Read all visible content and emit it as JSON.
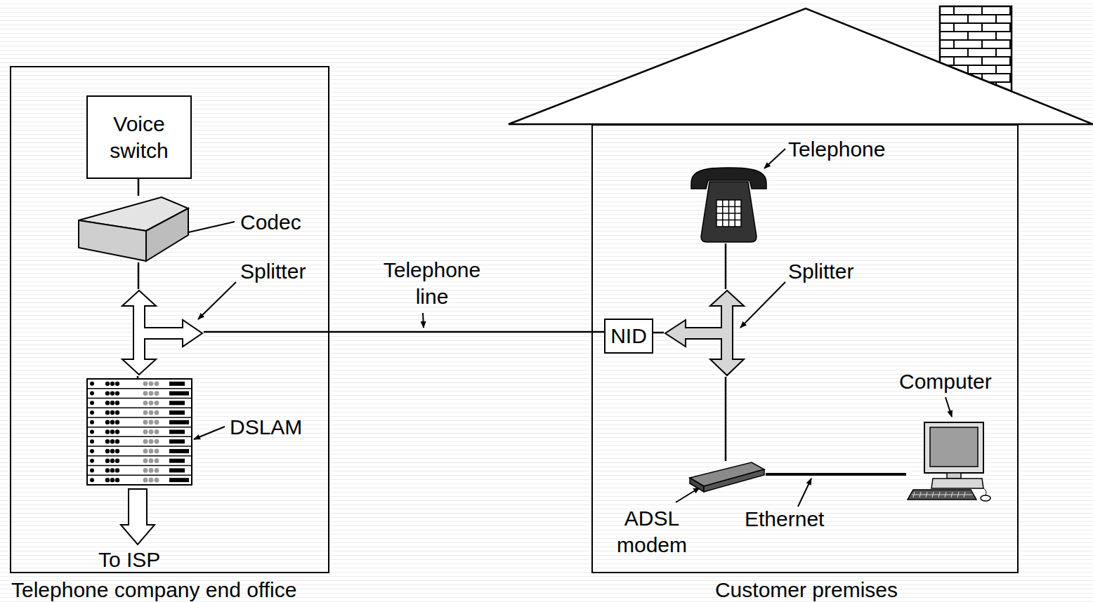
{
  "diagram": {
    "nodes": [
      {
        "text": [
          "Telephone company end office"
        ]
      },
      {
        "text": [
          "Voice switch"
        ],
        "in": 0
      },
      {
        "text": [
          "Codec"
        ],
        "in": 0
      },
      {
        "text": [
          "Splitter"
        ],
        "in": 0
      },
      {
        "text": [
          "DSLAM"
        ],
        "in": 0
      },
      {
        "text": [
          "Customer premises"
        ]
      },
      {
        "text": [
          "Telephone"
        ],
        "in": 5
      },
      {
        "text": [
          "NID"
        ],
        "in": 5
      },
      {
        "text": [
          "Splitter"
        ],
        "in": 5
      },
      {
        "text": [
          "ADSL modem"
        ],
        "in": 5
      },
      {
        "text": [
          "Computer"
        ],
        "in": 5
      }
    ],
    "edges": [
      {
        "from": 1,
        "to": 2,
        "arrow": "none"
      },
      {
        "from": 2,
        "to": 3,
        "arrow": "none"
      },
      {
        "from": 3,
        "to": 4,
        "arrow": "none"
      },
      {
        "from": 3,
        "to": 7,
        "label": "Telephone line",
        "arrow": "none"
      },
      {
        "from": 7,
        "to": 8,
        "arrow": "none"
      },
      {
        "from": 6,
        "to": 8,
        "arrow": "none"
      },
      {
        "from": 8,
        "to": 9,
        "arrow": "none"
      },
      {
        "from": 9,
        "to": 10,
        "label": "Ethernet",
        "arrow": "none"
      }
    ],
    "labels": [
      "To ISP"
    ]
  }
}
